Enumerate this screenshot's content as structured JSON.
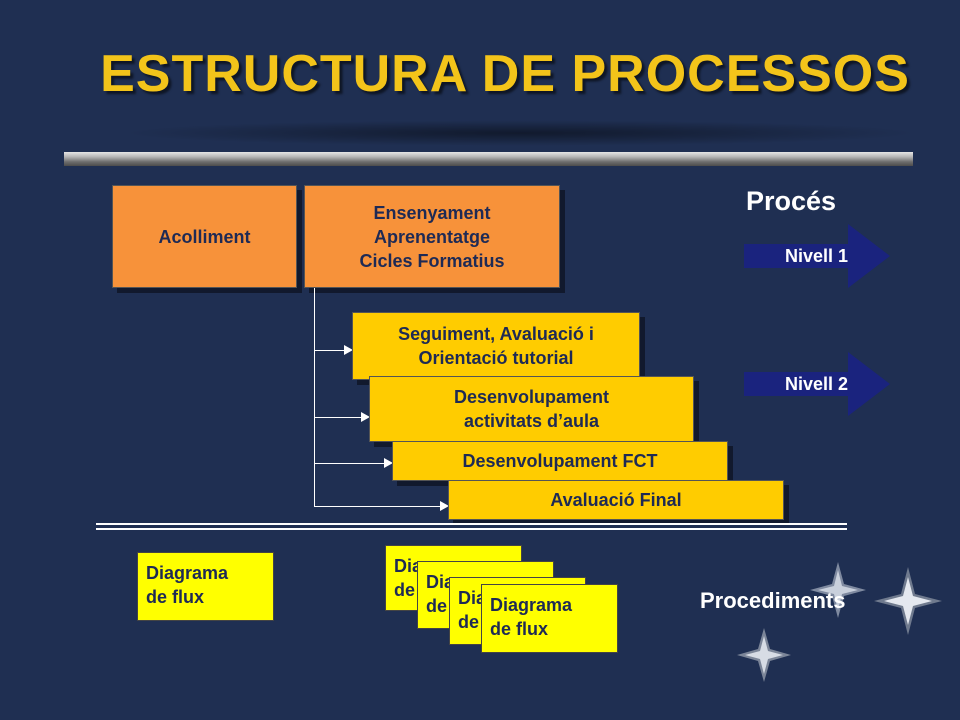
{
  "title": "ESTRUCTURA DE PROCESSOS",
  "level1_boxes": {
    "acolliment": "Acolliment",
    "ensenyament": [
      "Ensenyament",
      "Aprenentatge",
      "Cicles Formatius"
    ]
  },
  "level2_boxes": [
    [
      "Seguiment, Avaluació i",
      "Orientació tutorial"
    ],
    [
      "Desenvolupament",
      "activitats d’aula"
    ],
    [
      "Desenvolupament FCT"
    ],
    [
      "Avaluació Final"
    ]
  ],
  "proces_label": "Procés",
  "nivell1": "Nivell 1",
  "nivell2": "Nivell 2",
  "flow_diagrams": {
    "single": [
      "Diagrama",
      "de flux"
    ],
    "stack_1": [
      "Diagrama",
      "de flux"
    ],
    "stack_2": [
      "Diagrama",
      "de flux"
    ],
    "stack_3": [
      "Diagrama",
      "de flux"
    ],
    "stack_4": [
      "Diagrama",
      "de flux"
    ]
  },
  "procediments_label": "Procediments",
  "colors": {
    "background": "#1f2f52",
    "title": "#f3c41a",
    "level1_box": "#f7923a",
    "level2_box": "#ffcc00",
    "flow_box": "#ffff00",
    "nivell_arrow": "#1a237e"
  }
}
